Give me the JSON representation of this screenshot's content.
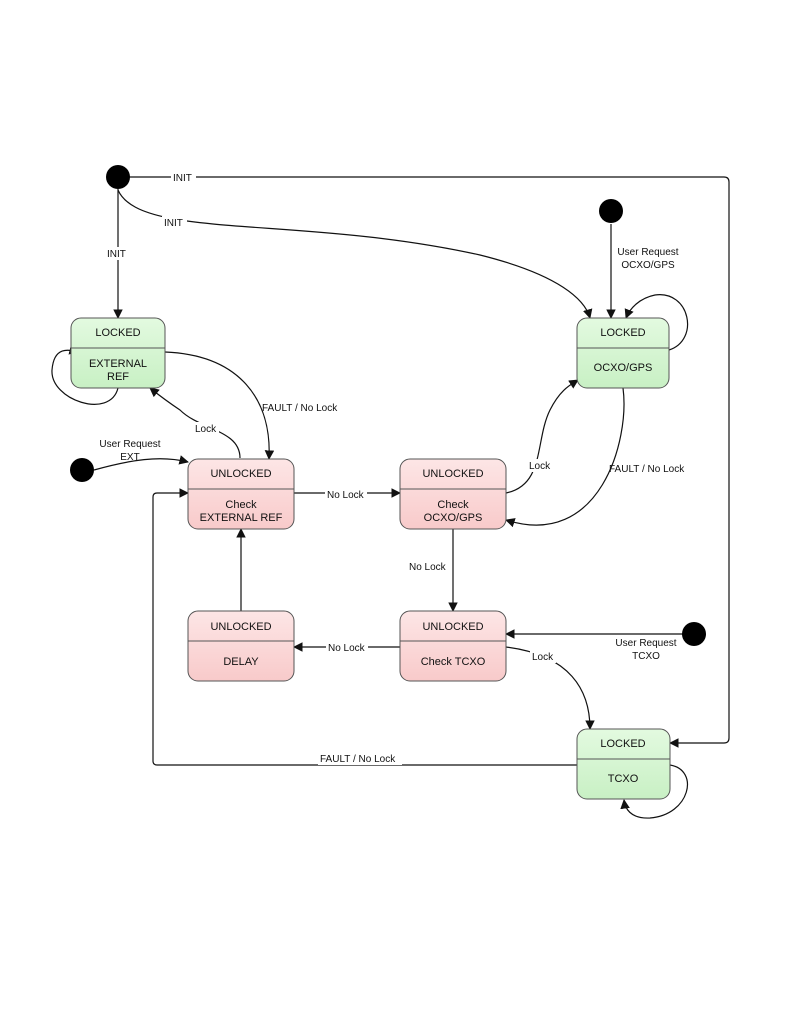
{
  "states": {
    "locked_ext": {
      "status": "LOCKED",
      "lines": [
        "EXTERNAL",
        "REF"
      ]
    },
    "locked_ocxo": {
      "status": "LOCKED",
      "lines": [
        "OCXO/GPS"
      ]
    },
    "unlocked_ext": {
      "status": "UNLOCKED",
      "lines": [
        "Check",
        "EXTERNAL REF"
      ]
    },
    "unlocked_ocxo": {
      "status": "UNLOCKED",
      "lines": [
        "Check",
        "OCXO/GPS"
      ]
    },
    "unlocked_delay": {
      "status": "UNLOCKED",
      "lines": [
        "DELAY"
      ]
    },
    "unlocked_tcxo": {
      "status": "UNLOCKED",
      "lines": [
        "Check TCXO"
      ]
    },
    "locked_tcxo": {
      "status": "LOCKED",
      "lines": [
        "TCXO"
      ]
    }
  },
  "initial_labels": {
    "ocxo": [
      "User Request",
      "OCXO/GPS"
    ],
    "ext": [
      "User Request",
      "EXT"
    ],
    "tcxo": [
      "User Request",
      "TCXO"
    ]
  },
  "edge_labels": {
    "init_top": "INIT",
    "init_diag": "INIT",
    "init_down": "INIT",
    "fault_ext": "FAULT / No Lock",
    "lock_ext": "Lock",
    "nolock_ext_ocxo": "No Lock",
    "lock_ocxo": "Lock",
    "fault_ocxo": "FAULT / No Lock",
    "nolock_ocxo_tcxo": "No Lock",
    "nolock_tcxo_delay": "No Lock",
    "lock_tcxo": "Lock",
    "fault_tcxo": "FAULT / No Lock"
  },
  "colors": {
    "locked_top": "#e3fae0",
    "locked_bottom": "#c8f0c4",
    "unlocked_top": "#fde6e6",
    "unlocked_bottom": "#f8caca"
  }
}
